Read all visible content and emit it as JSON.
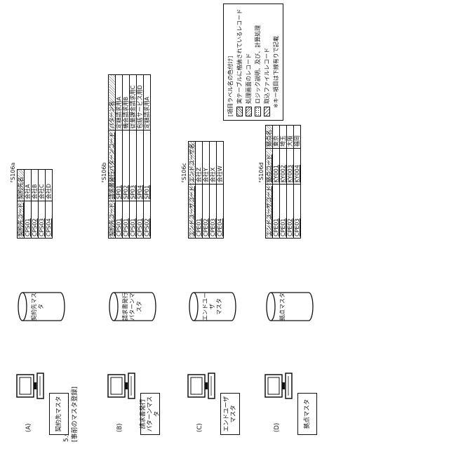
{
  "header": {
    "title": "5.処理イメージ",
    "subtitle": "[事前のマスタ登録]"
  },
  "legend": {
    "title": "[項目ラベル名の色付け]",
    "items": [
      {
        "label": "実テーブルに格納されているレコード",
        "icon": "diagonal-hatch"
      },
      {
        "label": "処理画面のレコード",
        "icon": "cross-hatch"
      },
      {
        "label": "ロジック説明、及び、計算処理",
        "icon": "dot-fill"
      },
      {
        "label": "取込ファイルレコード",
        "icon": "light-hatch"
      }
    ],
    "note": "※キー項目は下線有りで記載"
  },
  "rows": [
    {
      "letter": "(A)",
      "screen_label": "契約先マスタ",
      "db_label": "契約先マスタ",
      "ref": "S106a",
      "table": {
        "headers": [
          "契約先コード",
          "契約先名"
        ],
        "key_cols": [
          0
        ],
        "rows": [
          [
            "CPS01",
            "会社A"
          ],
          [
            "CPS02",
            "会社B"
          ],
          [
            "CPS03",
            "会社C"
          ],
          [
            "CPS04",
            "会社D"
          ]
        ]
      }
    },
    {
      "letter": "(B)",
      "screen_label": "請求書発行\nパターンマスタ",
      "db_label": "請求書発行\nパターンマスタ",
      "ref": "S106b",
      "table": {
        "headers": [
          "契約先コード",
          "請求書発行パターンコード",
          "パターン名"
        ],
        "key_cols": [
          0,
          1
        ],
        "rows": [
          [
            "CPS01",
            "SP01",
            "定額請求用A"
          ],
          [
            "CPS01",
            "SP02",
            "機会請求用B"
          ],
          [
            "CPS01",
            "SP03",
            "従量課金請求用C"
          ],
          [
            "CPS01",
            "SP04",
            "包括サービス用D"
          ],
          [
            "CPS02",
            "SP01",
            "定額請求用A"
          ]
        ]
      }
    },
    {
      "letter": "(C)",
      "screen_label": "エンドユーザ\nマスタ",
      "db_label": "エンドユーザ\nマスタ",
      "ref": "S106c",
      "table": {
        "headers": [
          "エンドユーザコード",
          "エンドユーザ名"
        ],
        "key_cols": [
          0
        ],
        "rows": [
          [
            "CPE01",
            "会社Z"
          ],
          [
            "CPE02",
            "会社Y"
          ],
          [
            "CPE03",
            "会社X"
          ],
          [
            "CPE04",
            "会社W"
          ]
        ]
      }
    },
    {
      "letter": "(D)",
      "screen_label": "拠点マスタ",
      "db_label": "拠点マスタ",
      "ref": "S106d",
      "table": {
        "headers": [
          "エンドユーザコード",
          "拠点コード",
          "拠点名"
        ],
        "key_cols": [
          0,
          1
        ],
        "rows": [
          [
            "CPE01",
            "KY001",
            "東京"
          ],
          [
            "CPE01",
            "KY002",
            "埼玉"
          ],
          [
            "CPE02",
            "KY003",
            "大阪"
          ],
          [
            "CPE03",
            "KY004",
            "福岡"
          ]
        ]
      }
    }
  ]
}
